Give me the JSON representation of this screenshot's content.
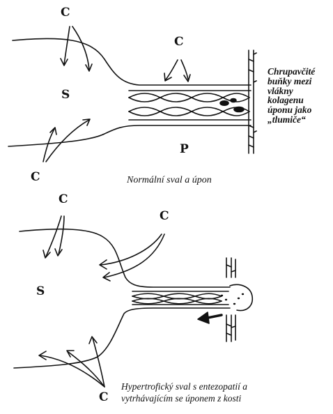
{
  "top_panel": {
    "label_c1": "C",
    "label_c2": "C",
    "label_c3": "C",
    "label_s": "S",
    "label_p": "P",
    "side_note": "Chrupavčité\nbuňky mezi\nvlákny\nkolagenu\núponu jako\n„tlumiče“",
    "caption": "Normální sval a úpon"
  },
  "bottom_panel": {
    "label_c1": "C",
    "label_c2": "C",
    "label_c3": "C",
    "label_s": "S",
    "caption_line1": "Hypertrofický sval s entezopatií a",
    "caption_line2": "vytrhávajícím se úponem z kosti"
  },
  "colors": {
    "ink": "#111111",
    "paper": "#ffffff"
  }
}
